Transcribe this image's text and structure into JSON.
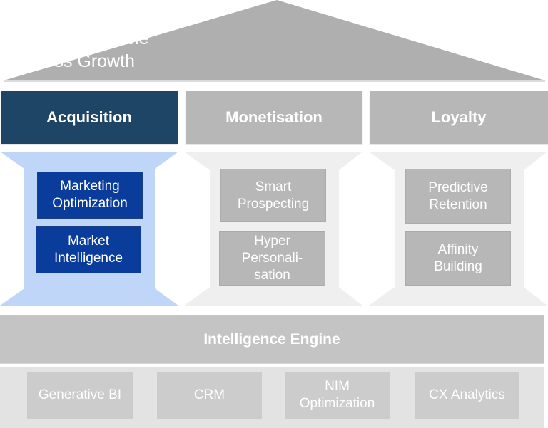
{
  "roof": {
    "title_line1": "Foster Sustainable",
    "title_line2": "Business Growth"
  },
  "colors": {
    "roof": "#afafaf",
    "active_header": "#1f4566",
    "inactive_header": "#b7b7b7",
    "active_pillar": "#c0d6f9",
    "inactive_pillar": "#efefef",
    "active_box": "#0a3c9c",
    "inactive_box": "#b7b7b7",
    "engine": "#c4c4c4",
    "foundation": "#e3e3e3",
    "tool_box": "#cccccc"
  },
  "pillars": [
    {
      "header": "Acquisition",
      "active": true,
      "items": [
        {
          "line1": "Marketing",
          "line2": "Optimization"
        },
        {
          "line1": "Market",
          "line2": "Intelligence"
        }
      ]
    },
    {
      "header": "Monetisation",
      "active": false,
      "items": [
        {
          "line1": "Smart",
          "line2": "Prospecting"
        },
        {
          "line1": "Hyper",
          "line2": "Personali-",
          "line3": "sation"
        }
      ]
    },
    {
      "header": "Loyalty",
      "active": false,
      "items": [
        {
          "line1": "Predictive",
          "line2": "Retention"
        },
        {
          "line1": "Affinity",
          "line2": "Building"
        }
      ]
    }
  ],
  "engine": {
    "label": "Intelligence Engine"
  },
  "foundation": {
    "tools": [
      {
        "line1": "Generative BI"
      },
      {
        "line1": "CRM"
      },
      {
        "line1": "NIM",
        "line2": "Optimization"
      },
      {
        "line1": "CX Analytics"
      }
    ]
  }
}
